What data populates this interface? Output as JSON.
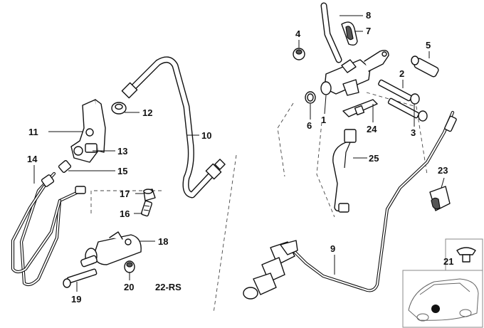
{
  "labels": {
    "l1": "1",
    "l2": "2",
    "l3": "3",
    "l4": "4",
    "l5": "5",
    "l6": "6",
    "l7": "7",
    "l8": "8",
    "l9": "9",
    "l10": "10",
    "l11": "11",
    "l12": "12",
    "l13": "13",
    "l14": "14",
    "l15": "15",
    "l16": "16",
    "l17": "17",
    "l18": "18",
    "l19": "19",
    "l20": "20",
    "l21": "21",
    "l23": "23",
    "l24": "24",
    "l25": "25",
    "l22rs": "22-RS"
  }
}
